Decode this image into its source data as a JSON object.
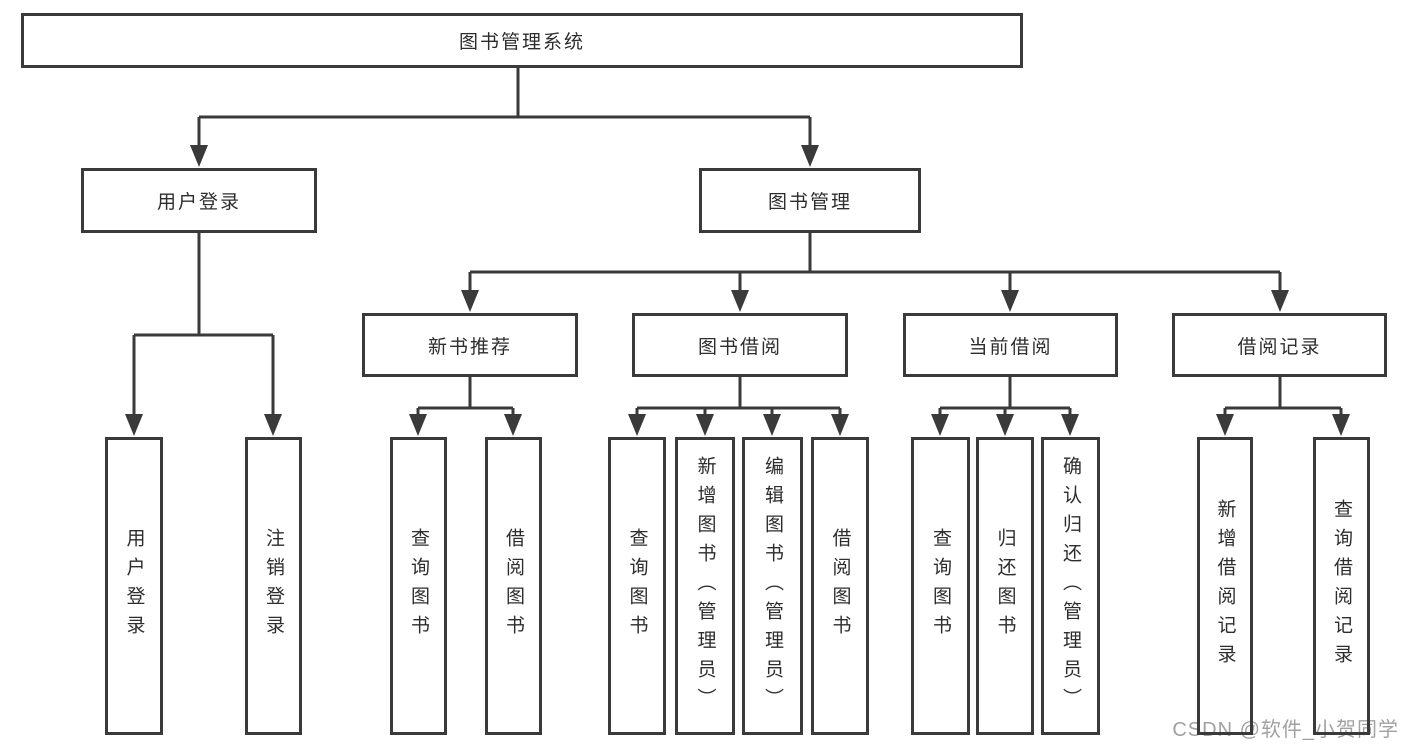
{
  "diagram": {
    "title": "图书管理系统",
    "colors": {
      "line": "#3a3a3a",
      "border": "#3a3a3a",
      "text": "#2d2d2d",
      "watermark_text": "#a3a0a0",
      "background": "#ffffff"
    },
    "tree": {
      "label": "图书管理系统",
      "children": [
        {
          "label": "用户登录",
          "children": [
            {
              "label": "用户登录"
            },
            {
              "label": "注销登录"
            }
          ]
        },
        {
          "label": "图书管理",
          "children": [
            {
              "label": "新书推荐",
              "children": [
                {
                  "label": "查询图书"
                },
                {
                  "label": "借阅图书"
                }
              ]
            },
            {
              "label": "图书借阅",
              "children": [
                {
                  "label": "查询图书"
                },
                {
                  "label": "新增图书（管理员）"
                },
                {
                  "label": "编辑图书（管理员）"
                },
                {
                  "label": "借阅图书"
                }
              ]
            },
            {
              "label": "当前借阅",
              "children": [
                {
                  "label": "查询图书"
                },
                {
                  "label": "归还图书"
                },
                {
                  "label": "确认归还（管理员）"
                }
              ]
            },
            {
              "label": "借阅记录",
              "children": [
                {
                  "label": "新增借阅记录"
                },
                {
                  "label": "查询借阅记录"
                }
              ]
            }
          ]
        }
      ]
    },
    "watermark": "CSDN @软件_小贺同学"
  }
}
